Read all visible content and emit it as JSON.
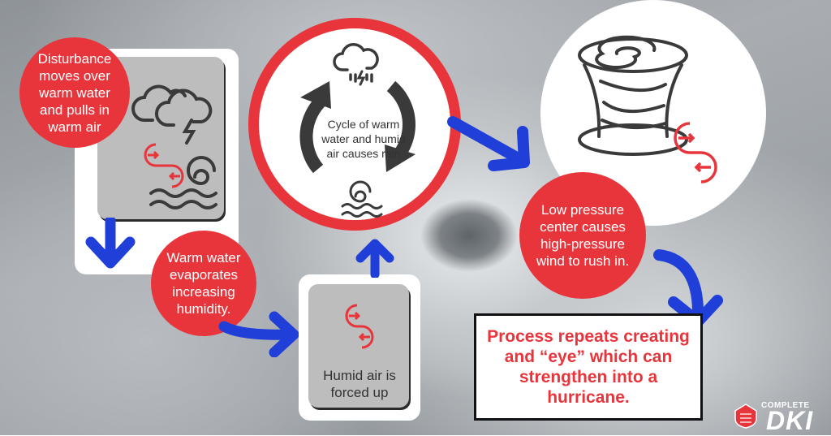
{
  "step1": {
    "text": "Disturbance moves over warm water and pulls in warm air"
  },
  "step2": {
    "text": "Warm water evaporates increasing humidity."
  },
  "step3": {
    "text": "Humid air is forced up"
  },
  "step4": {
    "text": "Cycle of warm water and humid air causes rain"
  },
  "step5": {
    "text": "Low pressure center causes high-pressure wind to rush in."
  },
  "step6": {
    "text": "Process repeats creating and “eye” which can strengthen into a hurricane."
  },
  "logo": {
    "top": "COMPLETE",
    "main": "DKI"
  },
  "colors": {
    "accent_red": "#e8353c",
    "arrow_blue": "#1f3fd8",
    "card_gray": "#bdbdbd",
    "icon_dark": "#3a3a3a"
  },
  "icons": [
    "storm-cloud-icon",
    "pressure-arrows-icon",
    "wave-icon",
    "rain-cloud-icon",
    "cycle-arrows-icon",
    "tornado-icon"
  ]
}
